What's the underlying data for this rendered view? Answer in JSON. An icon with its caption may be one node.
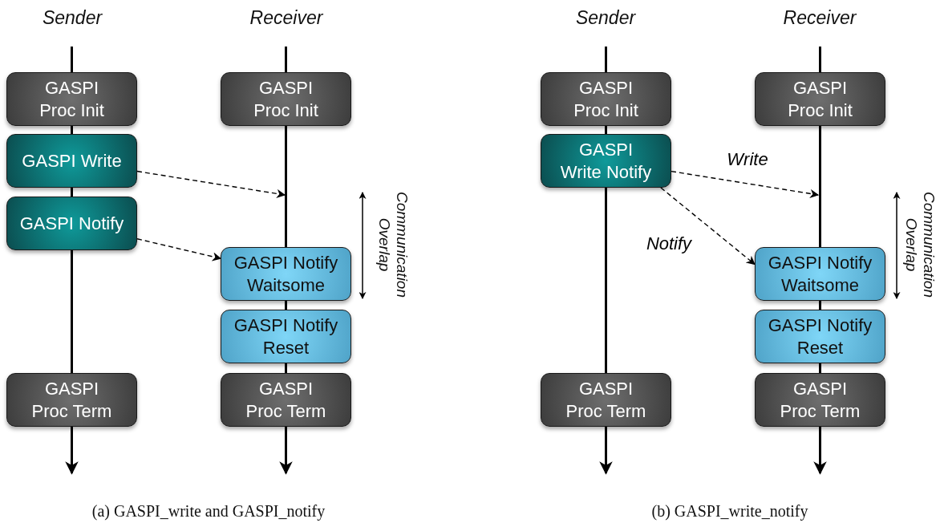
{
  "diagram": {
    "nodes": [
      {
        "text": [
          "GASPI Proc Init"
        ]
      },
      {
        "text": [
          "GASPI Write"
        ]
      },
      {
        "text": [
          "GASPI Notify"
        ]
      },
      {
        "text": [
          "GASPI Proc Term"
        ]
      },
      {
        "text": [
          "GASPI Proc Init"
        ]
      },
      {
        "text": [
          "GASPI Notify Waitsome"
        ]
      },
      {
        "text": [
          "GASPI Notify Reset"
        ]
      },
      {
        "text": [
          "GASPI Proc Term"
        ]
      },
      {
        "text": [
          "GASPI Proc Init"
        ]
      },
      {
        "text": [
          "GASPI Write Notify"
        ]
      },
      {
        "text": [
          "GASPI Proc Term"
        ]
      },
      {
        "text": [
          "GASPI Proc Init"
        ]
      },
      {
        "text": [
          "GASPI Notify Waitsome"
        ]
      },
      {
        "text": [
          "GASPI Notify Reset"
        ]
      },
      {
        "text": [
          "GASPI Proc Term"
        ]
      }
    ],
    "edges": [
      {
        "from": null,
        "to": 0,
        "arrow": "none"
      },
      {
        "from": 0,
        "to": 1,
        "arrow": "none"
      },
      {
        "from": 1,
        "to": 2,
        "arrow": "none"
      },
      {
        "from": 2,
        "to": 3,
        "arrow": "none"
      },
      {
        "from": 3,
        "to": null,
        "arrow": "to"
      },
      {
        "from": null,
        "to": 4,
        "arrow": "none"
      },
      {
        "from": 4,
        "to": 5,
        "arrow": "none"
      },
      {
        "from": 5,
        "to": 6,
        "arrow": "none"
      },
      {
        "from": 6,
        "to": 7,
        "arrow": "none"
      },
      {
        "from": 7,
        "to": null,
        "arrow": "to"
      },
      {
        "from": 1,
        "to": null,
        "arrow": "to",
        "style": "dashed"
      },
      {
        "from": 2,
        "to": 5,
        "arrow": "to",
        "style": "dashed"
      },
      {
        "from": null,
        "to": 8,
        "arrow": "none"
      },
      {
        "from": 8,
        "to": 9,
        "arrow": "none"
      },
      {
        "from": 9,
        "to": 10,
        "arrow": "none"
      },
      {
        "from": 10,
        "to": null,
        "arrow": "to"
      },
      {
        "from": null,
        "to": 11,
        "arrow": "none"
      },
      {
        "from": 11,
        "to": 12,
        "arrow": "none"
      },
      {
        "from": 12,
        "to": 13,
        "arrow": "none"
      },
      {
        "from": 13,
        "to": 14,
        "arrow": "none"
      },
      {
        "from": 14,
        "to": null,
        "arrow": "to"
      },
      {
        "from": 9,
        "to": null,
        "arrow": "to",
        "style": "dashed",
        "label": "Write"
      },
      {
        "from": 9,
        "to": 12,
        "arrow": "to",
        "style": "dashed",
        "label": "Notify"
      }
    ],
    "labels": [
      "Sender",
      "Receiver",
      "Communication Overlap",
      "Sender",
      "Receiver",
      "Communication Overlap",
      "(a) GASPI_write and GASPI_notify",
      "(b) GASPI_write_notify"
    ]
  }
}
